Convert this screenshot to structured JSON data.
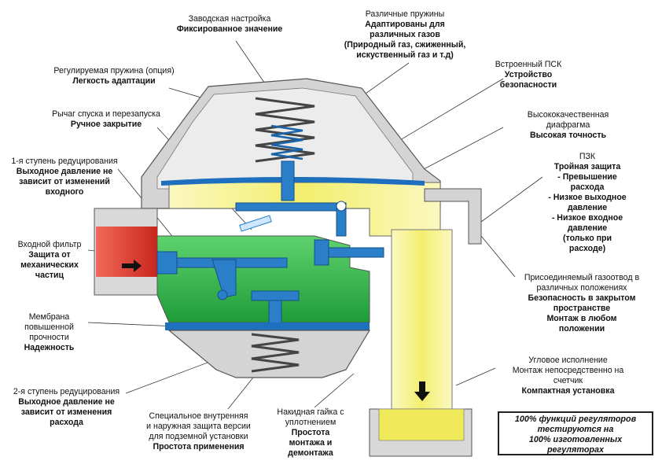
{
  "labels": {
    "factory": {
      "line1": "Заводская настройка",
      "line2": "Фиксированное значение"
    },
    "springs": {
      "line1": "Различные пружины",
      "line2": "Адаптированы для",
      "line3": "различных газов",
      "line4": "(Природный газ, сжиженный,",
      "line5": "искуственный газ и т.д)"
    },
    "adj_spring": {
      "line1": "Регулируемая пружина (опция)",
      "line2": "Легкость адаптации"
    },
    "relief": {
      "line1": "Встроенный ПСК",
      "line2": "Устройство",
      "line3": "безопасности"
    },
    "lever": {
      "line1": "Рычаг спуска и перезапуска",
      "line2": "Ручное закрытие"
    },
    "diaphragm": {
      "line1": "Высококачественная",
      "line2": "диафрагма",
      "line3": "Высокая точность"
    },
    "stage1": {
      "line1": "1-я ступень редуцирования",
      "line2": "Выходное давление не",
      "line3": "зависит от изменений",
      "line4": "входного"
    },
    "pzk": {
      "line1": "ПЗК",
      "line2": "Тройная защита",
      "line3": "- Превышение",
      "line4": "расхода",
      "line5": "- Низкое выходное",
      "line6": "давление",
      "line7": "- Низкое входное",
      "line8": "давление",
      "line9": "(только при",
      "line10": "расходе)"
    },
    "filter": {
      "line1": "Входной фильтр",
      "line2": "Защита от",
      "line3": "механических",
      "line4": "частиц"
    },
    "vent": {
      "line1": "Присоединяемый газоотвод в",
      "line2": "различных положениях",
      "line3": "Безопасность в закрытом",
      "line4": "пространстве",
      "line5": "Монтаж в любом",
      "line6": "положении"
    },
    "membrane": {
      "line1": "Мембрана",
      "line2": "повышенной",
      "line3": "прочности",
      "line4": "Надежность"
    },
    "angle": {
      "line1": "Угловое исполнение",
      "line2": "Монтаж непосредственно на",
      "line3": "счетчик",
      "line4": "Компактная установка"
    },
    "stage2": {
      "line1": "2-я ступень редуцирования",
      "line2": "Выходное давление не",
      "line3": "зависит от изменения",
      "line4": "расхода"
    },
    "protection": {
      "line1": "Специальное внутренняя",
      "line2": "и наружная защита версии",
      "line3": "для подземной установки",
      "line4": "Простота применения"
    },
    "nut": {
      "line1": "Накидная гайка с",
      "line2": "уплотнением",
      "line3": "Простота",
      "line4": "монтажа и",
      "line5": "демонтажа"
    }
  },
  "note": {
    "line1": "100% функций регуляторов",
    "line2": "тестируются на",
    "line3": "100% изготовленных",
    "line4": "регуляторах"
  },
  "colors": {
    "yellow": "#f7f39a",
    "green": "#2fb84a",
    "blue": "#2a7fc8",
    "red": "#e0352b",
    "gray": "#d6d6d6"
  }
}
